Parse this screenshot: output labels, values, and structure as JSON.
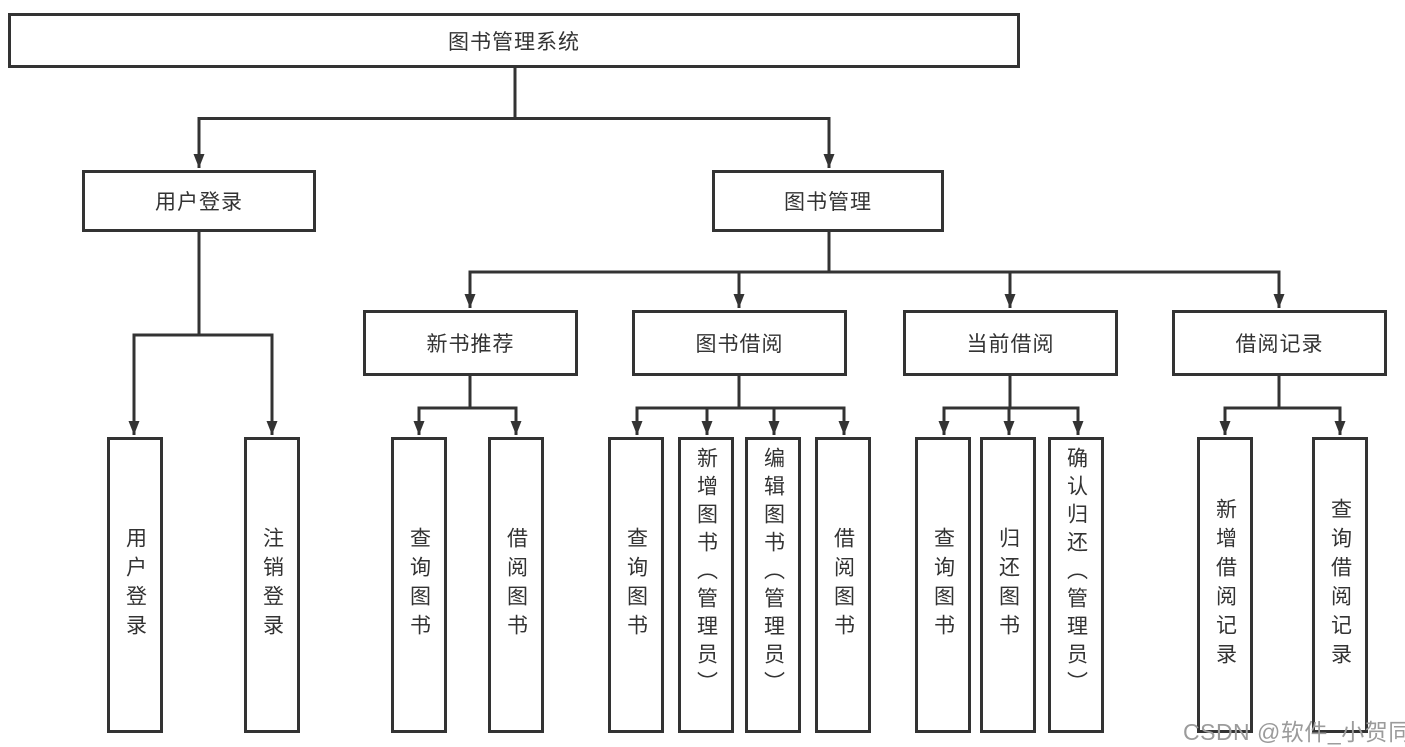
{
  "system": {
    "label": "图书管理系统"
  },
  "modules": [
    {
      "label": "用户登录",
      "children": [
        "用户登录",
        "注销登录"
      ]
    },
    {
      "label": "图书管理"
    }
  ],
  "submodules": [
    {
      "label": "新书推荐",
      "children": [
        "查询图书",
        "借阅图书"
      ]
    },
    {
      "label": "图书借阅",
      "children": [
        "查询图书",
        "新增图书（管理员）",
        "编辑图书（管理员）",
        "借阅图书"
      ]
    },
    {
      "label": "当前借阅",
      "children": [
        "查询图书",
        "归还图书",
        "确认归还（管理员）"
      ]
    },
    {
      "label": "借阅记录",
      "children": [
        "新增借阅记录",
        "查询借阅记录"
      ]
    }
  ],
  "watermark": {
    "text": "CSDN @软件_小贺同学",
    "color": "#9b9b9b"
  },
  "colors": {
    "line": "#333333",
    "text": "#333333",
    "box_background": "#ffffff",
    "page_background": "#ffffff"
  }
}
